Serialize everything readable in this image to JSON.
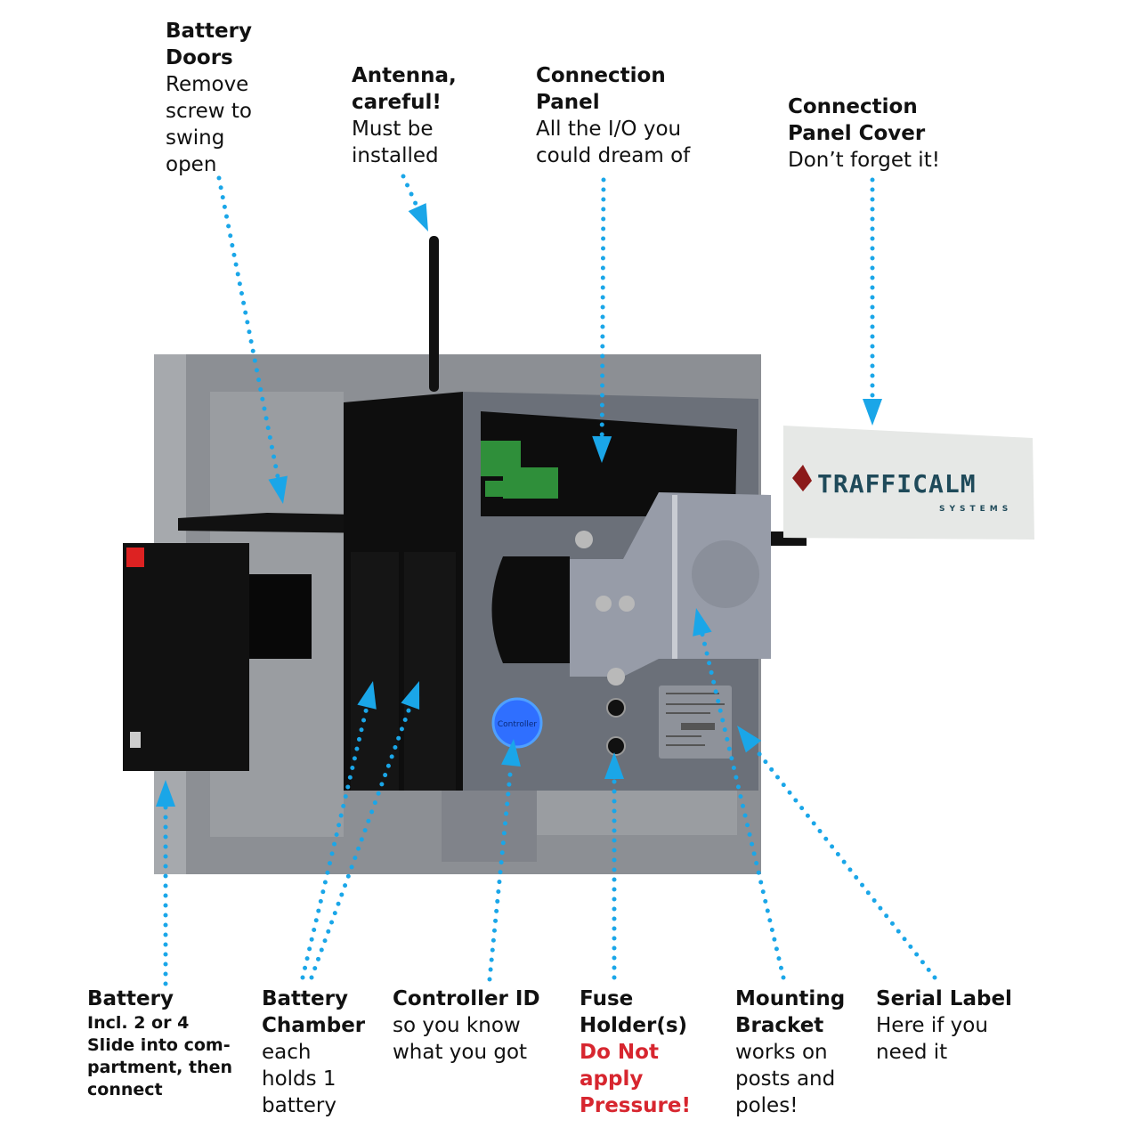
{
  "colors": {
    "arrow": "#1aa6e8",
    "warning": "#d7262f",
    "plate": "#8c8f94",
    "enclosure": "#0e0e0e"
  },
  "callouts": {
    "battery_doors": {
      "title": [
        "Battery",
        "Doors"
      ],
      "desc": [
        "Remove",
        "screw to",
        "swing",
        "open"
      ]
    },
    "antenna": {
      "title": [
        "Antenna,",
        "careful!"
      ],
      "desc": [
        "Must be",
        "installed"
      ]
    },
    "connection_panel": {
      "title": [
        "Connection",
        "Panel"
      ],
      "desc": [
        "All the I/O you",
        "could dream of"
      ]
    },
    "panel_cover": {
      "title": [
        "Connection",
        "Panel Cover"
      ],
      "desc": [
        "Don’t forget it!"
      ]
    },
    "battery": {
      "title": "Battery",
      "desc": [
        "Incl. 2 or 4",
        "Slide into com-",
        "partment, then",
        "connect"
      ]
    },
    "battery_chamber": {
      "title": [
        "Battery",
        "Chamber"
      ],
      "desc": [
        "each",
        "holds 1",
        "battery"
      ]
    },
    "controller_id": {
      "title": "Controller ID",
      "desc": [
        "so you know",
        "what you got"
      ]
    },
    "fuse_holder": {
      "title": [
        "Fuse",
        "Holder(s)"
      ],
      "warning": [
        "Do Not",
        "apply",
        "Pressure!"
      ]
    },
    "mounting_bracket": {
      "title": [
        "Mounting",
        "Bracket"
      ],
      "desc": [
        "works on",
        "posts and",
        "poles!"
      ]
    },
    "serial_label": {
      "title": "Serial Label",
      "desc": [
        "Here if you",
        "need it"
      ]
    }
  },
  "device": {
    "controller_badge": "Controller",
    "logo_text": "TRAFFICALM",
    "logo_sub": "SYSTEMS"
  }
}
